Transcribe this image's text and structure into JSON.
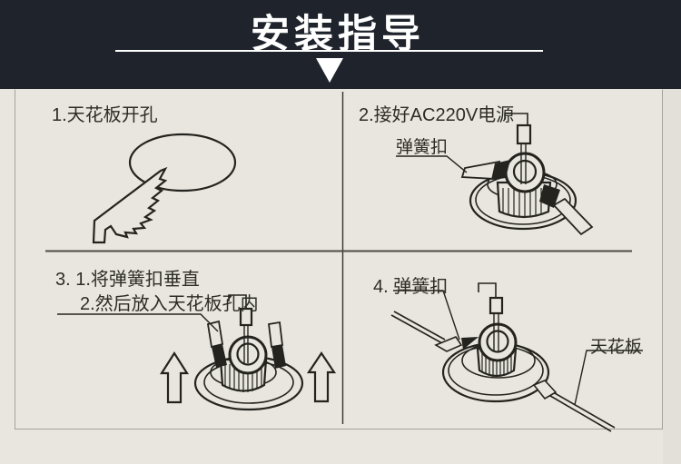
{
  "header": {
    "title": "安装指导"
  },
  "steps": {
    "step1": {
      "label": "1.天花板开孔"
    },
    "step2": {
      "label": "2.接好AC220V电源",
      "clip_label": "弹簧扣"
    },
    "step3": {
      "line1": "3. 1.将弹簧扣垂直",
      "line2": "2.然后放入天花板孔内"
    },
    "step4": {
      "label": "4. 弹簧扣",
      "ceiling_label": "天花板"
    }
  },
  "colors": {
    "header_bg": "#1f232c",
    "canvas_bg": "#e9e6df",
    "ink": "#24231e",
    "header_text": "#ffffff"
  }
}
